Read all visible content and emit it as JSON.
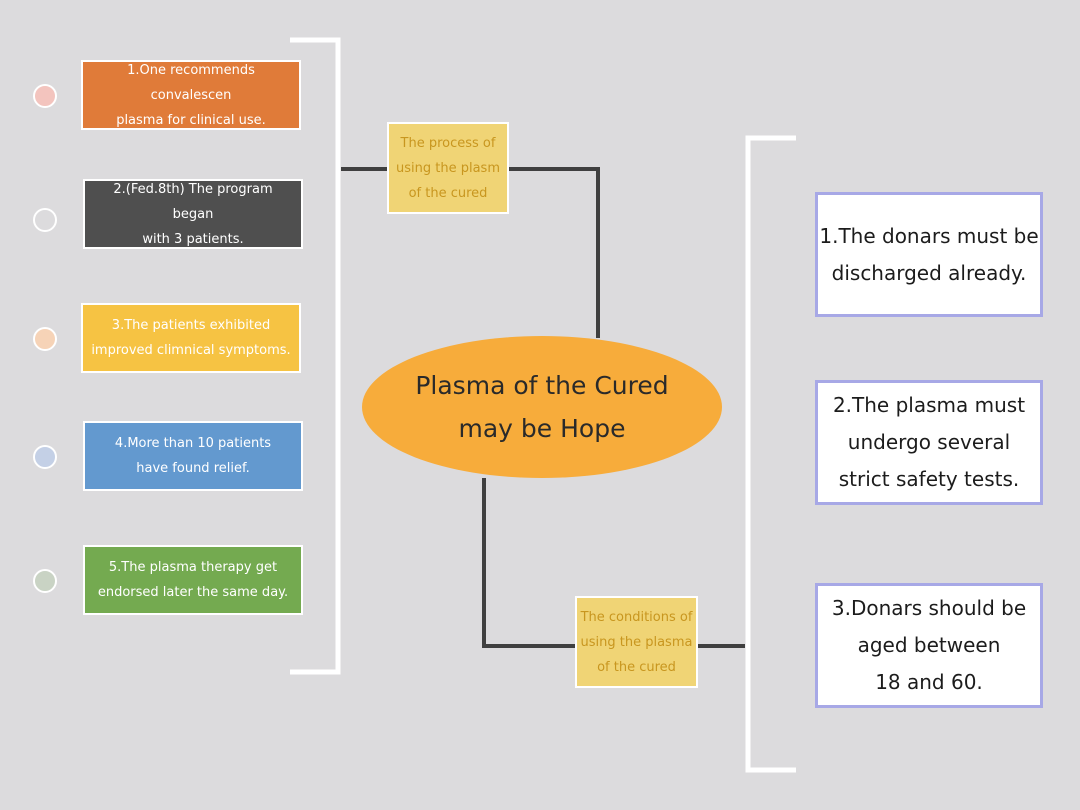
{
  "center": {
    "text": "Plasma of the Cured\nmay be Hope"
  },
  "process_node": {
    "text": "The process of\nusing the plasm\nof the cured"
  },
  "conditions_node": {
    "text": "The conditions of\nusing the plasma\nof the cured"
  },
  "process_steps": [
    {
      "text": "1.One recommends convalescen\nplasma for clinical use.",
      "color": "#e07b39",
      "dot_color": "#f3c4be"
    },
    {
      "text": "2.(Fed.8th) The program began\nwith 3 patients.",
      "color": "#4f4f4f",
      "dot_color": "#dcdbdd"
    },
    {
      "text": "3.The patients exhibited\nimproved climnical symptoms.",
      "color": "#f6c343",
      "dot_color": "#f6d3b7"
    },
    {
      "text": "4.More than 10 patients\nhave found relief.",
      "color": "#6399cf",
      "dot_color": "#c4d0e6"
    },
    {
      "text": "5.The plasma therapy get\nendorsed later the same day.",
      "color": "#74aa50",
      "dot_color": "#c9d3c4"
    }
  ],
  "conditions": [
    {
      "text": "1.The donars must be\ndischarged already."
    },
    {
      "text": "2.The plasma must\nundergo several\nstrict safety tests."
    },
    {
      "text": "3.Donars should be\naged between\n18 and 60."
    }
  ],
  "colors": {
    "background": "#dcdbdd",
    "connector": "#3f3f3f",
    "bracket": "#ffffff",
    "center_fill": "#f7ac3b",
    "mid_fill": "#f0d475",
    "mid_text": "#c8961f",
    "right_box_border": "#a7a8e6"
  }
}
